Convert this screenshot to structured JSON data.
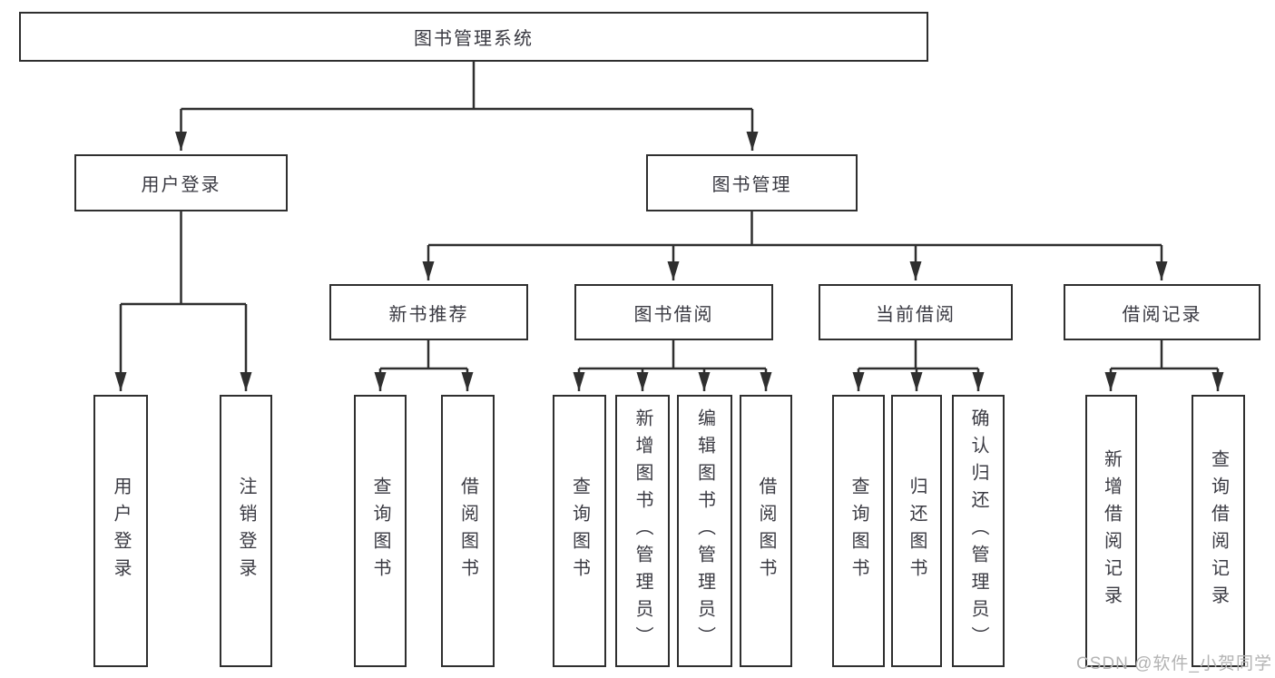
{
  "diagram": {
    "root": {
      "label": "图书管理系统"
    },
    "branches": [
      {
        "label": "用户登录",
        "children": [
          {
            "label": "用户登录"
          },
          {
            "label": "注销登录"
          }
        ]
      },
      {
        "label": "图书管理",
        "children": [
          {
            "label": "新书推荐",
            "children": [
              {
                "label": "查询图书"
              },
              {
                "label": "借阅图书"
              }
            ]
          },
          {
            "label": "图书借阅",
            "children": [
              {
                "label": "查询图书"
              },
              {
                "label": "新增图书（管理员）"
              },
              {
                "label": "编辑图书（管理员）"
              },
              {
                "label": "借阅图书"
              }
            ]
          },
          {
            "label": "当前借阅",
            "children": [
              {
                "label": "查询图书"
              },
              {
                "label": "归还图书"
              },
              {
                "label": "确认归还（管理员）"
              }
            ]
          },
          {
            "label": "借阅记录",
            "children": [
              {
                "label": "新增借阅记录"
              },
              {
                "label": "查询借阅记录"
              }
            ]
          }
        ]
      }
    ],
    "watermark": "CSDN @软件_小贺同学",
    "colors": {
      "line": "#2f2f2f",
      "box_border": "#2f2f2f",
      "box_fill": "#ffffff",
      "text": "#3a3a42",
      "watermark": "#b3b3b3"
    }
  }
}
